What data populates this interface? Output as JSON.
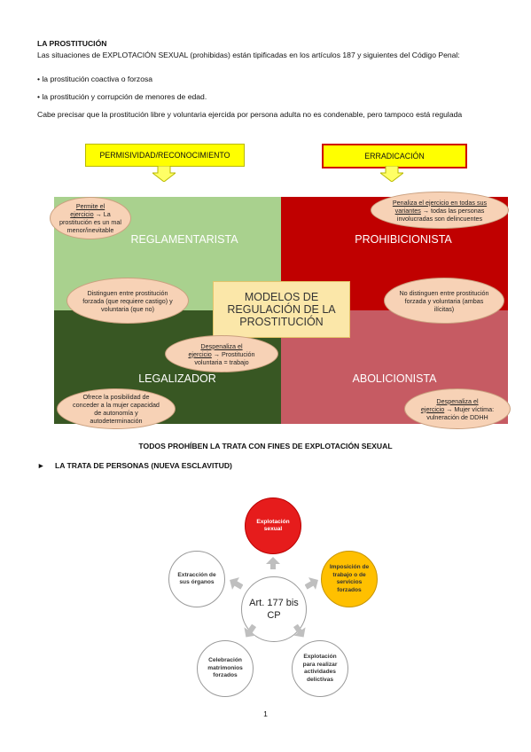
{
  "title": "LA PROSTITUCIÓN",
  "intro": "Las situaciones de EXPLOTACIÓN SEXUAL (prohibidas) están tipificadas en los artículos 187 y siguientes del Código Penal:",
  "bullets": [
    "• la prostitución coactiva o forzosa",
    "• la prostitución y corrupción de menores de edad."
  ],
  "note": "Cabe precisar que la prostitución libre y voluntaria ejercida por persona adulta no es condenable, pero tampoco está regulada",
  "labels": {
    "left": "PERMISIVIDAD/RECONOCIMIENTO",
    "right": "ERRADICACIÓN"
  },
  "quadrants": {
    "tl": "REGLAMENTARISTA",
    "tr": "PROHIBICIONISTA",
    "bl": "LEGALIZADOR",
    "br": "ABOLICIONISTA"
  },
  "center_title": "MODELOS DE REGULACIÓN DE LA PROSTITUCIÓN",
  "ovals": {
    "tl_a": "Permite el",
    "tl_b": "ejercicio",
    "tl_c": "→ La prostitución es un mal menor/inevitable",
    "tr_a": "Penaliza el ejercicio en todas sus variantes",
    "tr_b": "→ todas las personas involucradas son delincuentes",
    "ml": "Distinguen entre prostitución forzada (que requiere castigo) y voluntaria (que no)",
    "mr": "No distinguen entre prostitución forzada y voluntaria (ambas ilícitas)",
    "mc_a": "Despenaliza el",
    "mc_b": "ejercicio",
    "mc_c": "→ Prostitución voluntaria = trabajo",
    "bl": "Ofrece la posibilidad de conceder a la mujer capacidad de autonomía y autodeterminación",
    "br_a": "Despenaliza el",
    "br_b": "ejercicio",
    "br_c": "→ Mujer víctima: vulneración de DDHH"
  },
  "trata_heading": "TODOS PROHÍBEN LA TRATA CON FINES DE EXPLOTACIÓN SEXUAL",
  "section2": "LA TRATA DE PERSONAS (NUEVA ESCLAVITUD)",
  "cycle": {
    "center": "Art. 177 bis CP",
    "items": [
      "Explotación sexual",
      "Imposición de trabajo o de servicios forzados",
      "Explotación para realizar actividades delictivas",
      "Celebración matrimonios forzados",
      "Extracción de sus órganos"
    ]
  },
  "page_number": "1",
  "colors": {
    "tl": "#a9d18e",
    "tr": "#c00000",
    "bl": "#385723",
    "br": "#c65b63",
    "label_fill": "#ffff00",
    "red_circle": "#e61c1c",
    "orange_circle": "#ffc000"
  }
}
